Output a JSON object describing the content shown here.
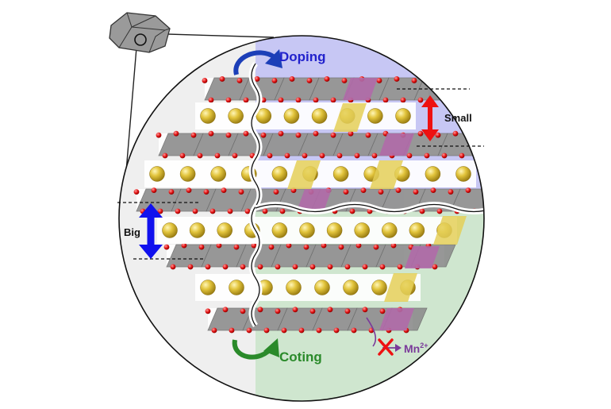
{
  "labels": {
    "doping": "Doping",
    "coting": "Coting",
    "small": "Small",
    "big": "Big",
    "ion_base": "Mn",
    "ion_charge": "2+"
  },
  "colors": {
    "doping_region": "#c7c7f4",
    "coting_region": "#cfe6cf",
    "plain_region": "#efefef",
    "octahedra": "#8c8c8c",
    "dopant_octahedra": "#b06aa8",
    "yellow_tiles": "#e4cf58",
    "spacer_atoms": "#e1c43a",
    "oxygen": "#e01010",
    "doping_text": "#2222cc",
    "coting_text": "#2a8a2a",
    "small_arrow": "#ee1111",
    "big_arrow": "#1111ee",
    "ion_text": "#7a3a9a",
    "block_mark": "#ee1111"
  },
  "icons": [
    "crystal-icon",
    "circular-arrow-icon",
    "double-arrow-icon",
    "cross-mark-icon"
  ]
}
